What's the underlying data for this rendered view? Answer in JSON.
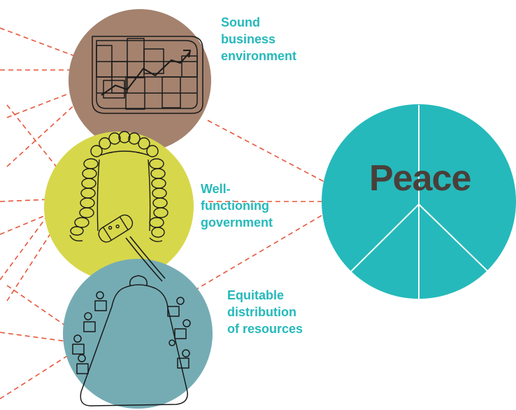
{
  "labels": {
    "business": [
      "Sound",
      "business",
      "environment"
    ],
    "government": [
      "Well-",
      "functioning",
      "government"
    ],
    "resources": [
      "Equitable",
      "distribution",
      "of resources"
    ],
    "peace": "Peace"
  },
  "colors": {
    "business_circle": "#a4826e",
    "government_circle": "#d7d74b",
    "resources_circle": "#75acb4",
    "peace_circle": "#25b9bb",
    "label_text": "#25b9bb",
    "peace_text": "#4a3f3a",
    "connector": "#e8553a",
    "icon_stroke": "#1a1a1a"
  },
  "icons": {
    "business": "growth-chart-icon",
    "government": "judge-wig-and-gavel-icon",
    "resources": "negotiation-table-icon",
    "peace": "peace-sign-icon"
  }
}
